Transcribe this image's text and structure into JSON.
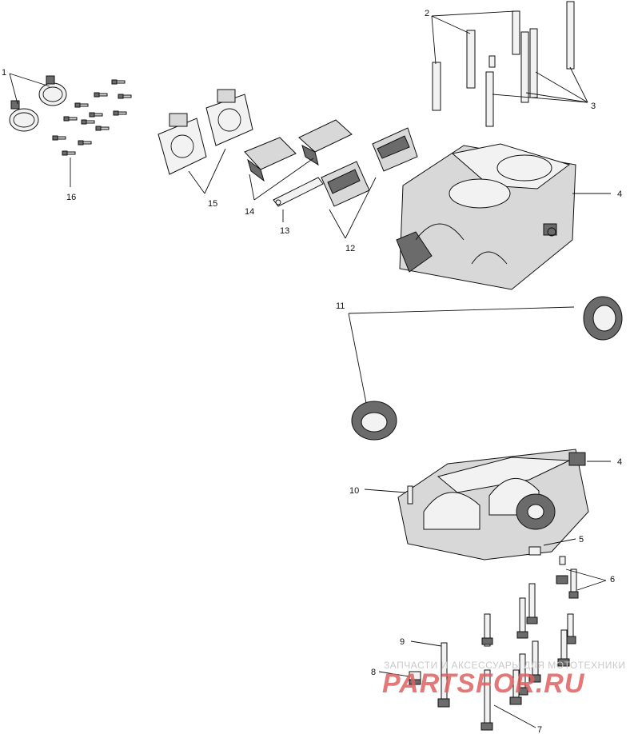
{
  "callouts": {
    "c1": "1",
    "c2": "2",
    "c3": "3",
    "c4a": "4",
    "c4b": "4",
    "c5": "5",
    "c6": "6",
    "c7": "7",
    "c8": "8",
    "c9": "9",
    "c10": "10",
    "c11": "11",
    "c12": "12",
    "c13": "13",
    "c14": "14",
    "c15": "15",
    "c16": "16"
  },
  "watermark": {
    "top_text": "ЗАПЧАСТИ И АКСЕССУАРЫ ДЛЯ МОТОТЕХНИКИ",
    "brand_text": "PARTSFOR.RU",
    "brand_color": "#e06060"
  }
}
